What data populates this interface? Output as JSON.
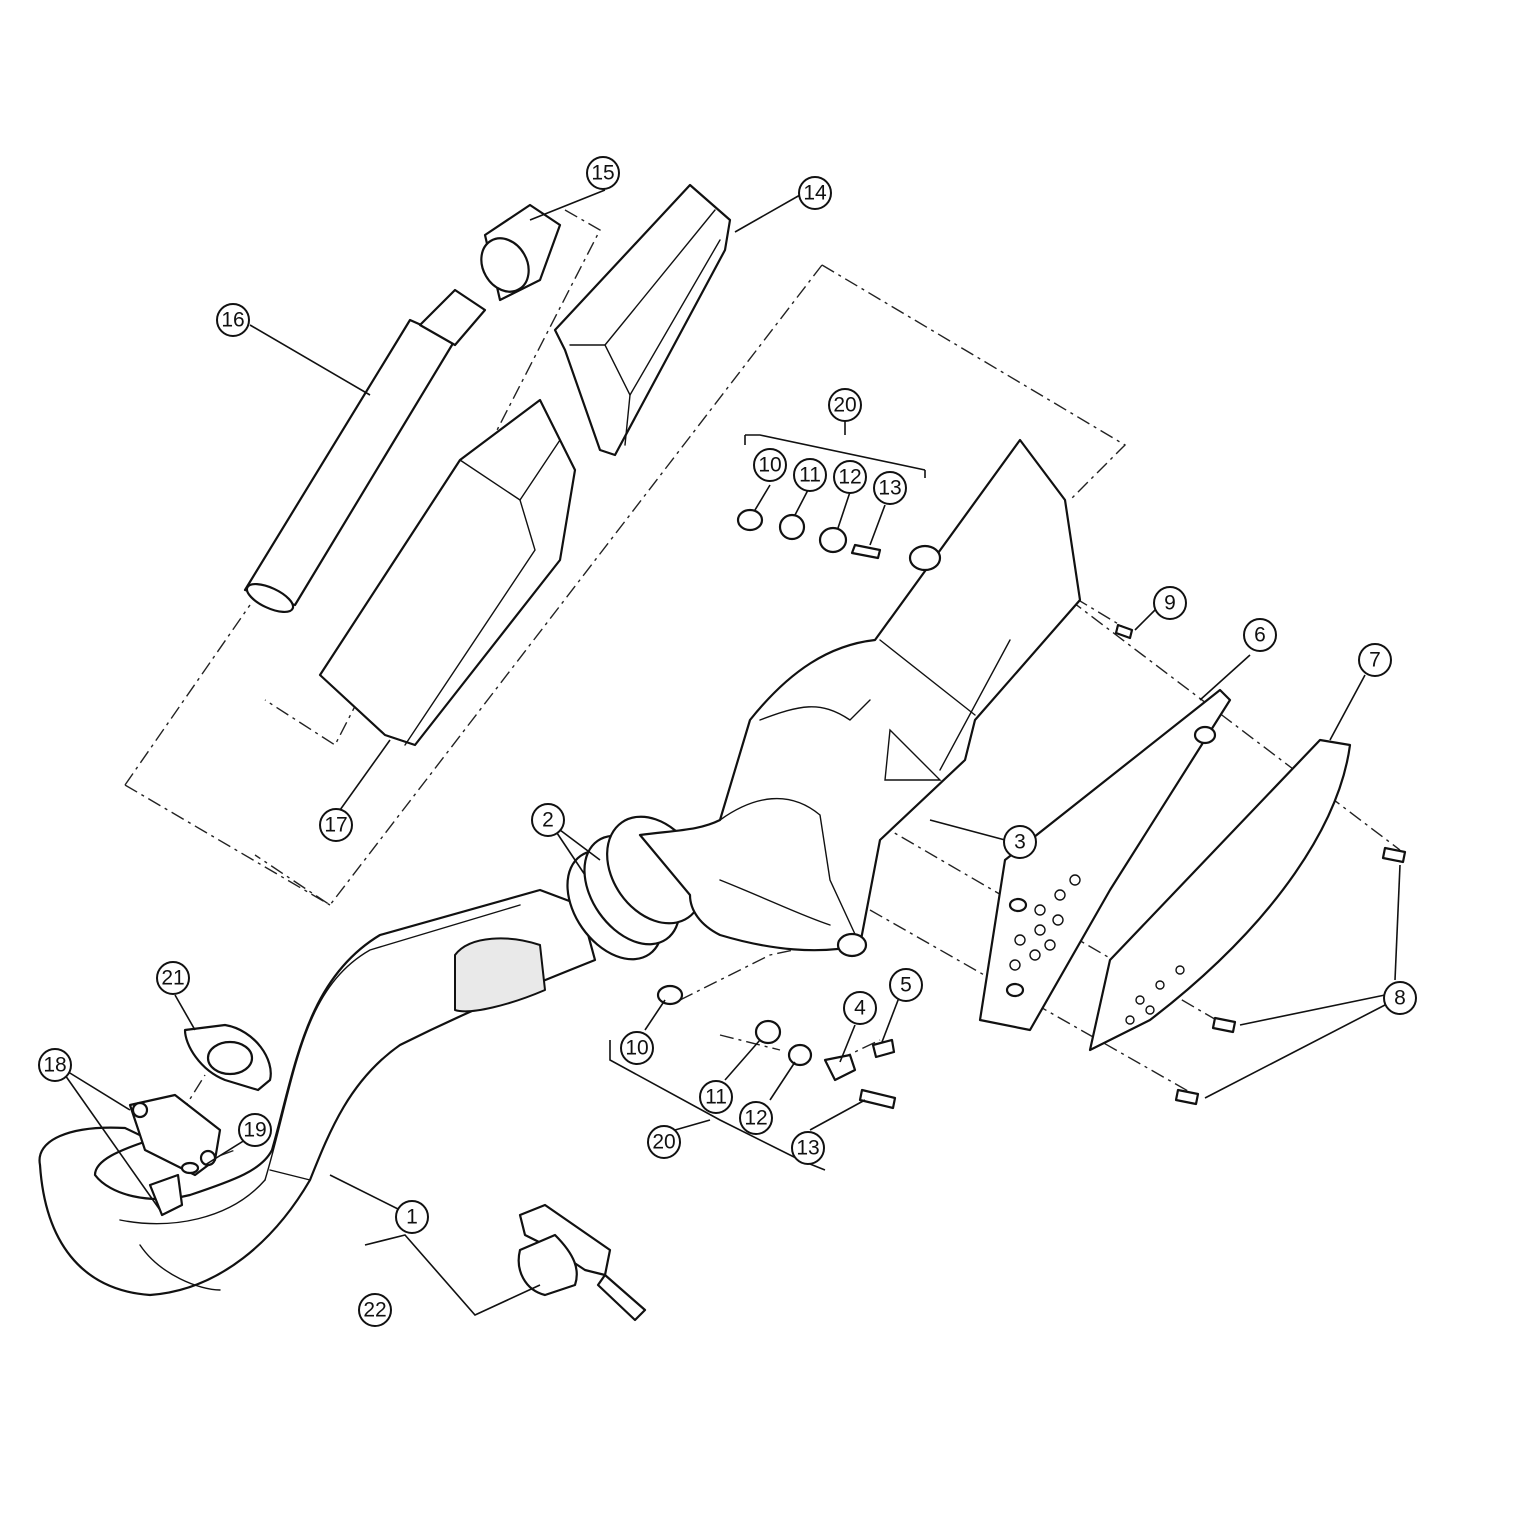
{
  "callouts": [
    {
      "id": "c1",
      "label": "1"
    },
    {
      "id": "c2",
      "label": "2"
    },
    {
      "id": "c3",
      "label": "3"
    },
    {
      "id": "c4",
      "label": "4"
    },
    {
      "id": "c5",
      "label": "5"
    },
    {
      "id": "c6",
      "label": "6"
    },
    {
      "id": "c7",
      "label": "7"
    },
    {
      "id": "c8",
      "label": "8"
    },
    {
      "id": "c9",
      "label": "9"
    },
    {
      "id": "c10a",
      "label": "10"
    },
    {
      "id": "c10b",
      "label": "10"
    },
    {
      "id": "c11a",
      "label": "11"
    },
    {
      "id": "c11b",
      "label": "11"
    },
    {
      "id": "c12a",
      "label": "12"
    },
    {
      "id": "c12b",
      "label": "12"
    },
    {
      "id": "c13a",
      "label": "13"
    },
    {
      "id": "c13b",
      "label": "13"
    },
    {
      "id": "c14",
      "label": "14"
    },
    {
      "id": "c15",
      "label": "15"
    },
    {
      "id": "c16",
      "label": "16"
    },
    {
      "id": "c17",
      "label": "17"
    },
    {
      "id": "c18",
      "label": "18"
    },
    {
      "id": "c19",
      "label": "19"
    },
    {
      "id": "c20a",
      "label": "20"
    },
    {
      "id": "c20b",
      "label": "20"
    },
    {
      "id": "c21",
      "label": "21"
    },
    {
      "id": "c22",
      "label": "22"
    }
  ]
}
